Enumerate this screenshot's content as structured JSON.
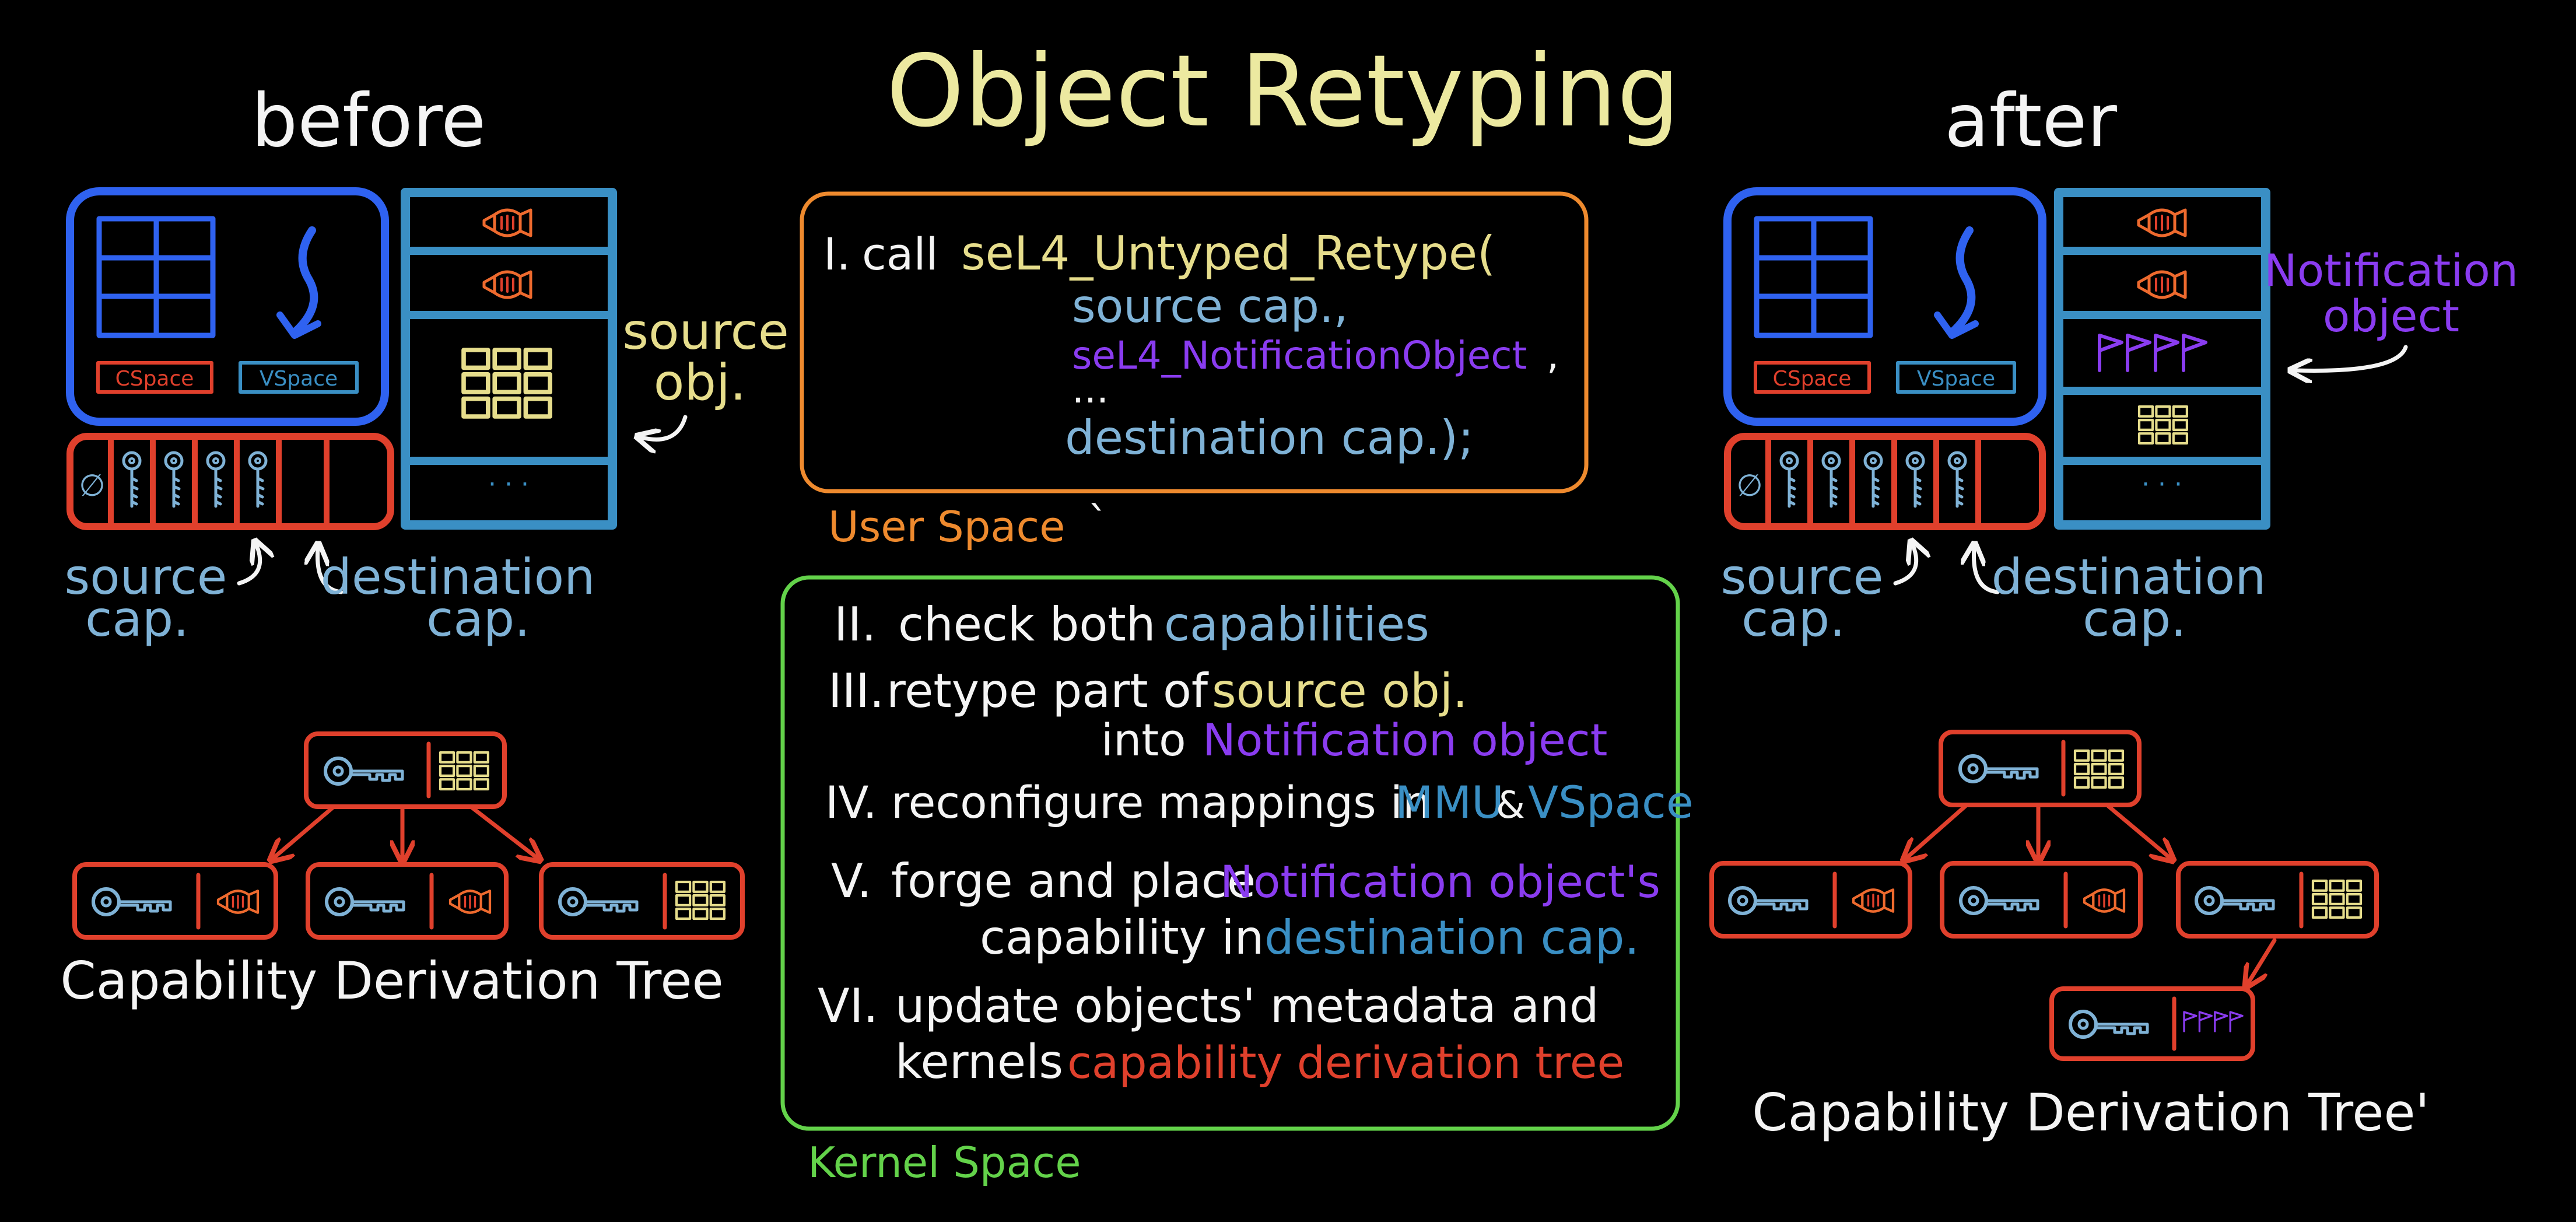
{
  "title": "Object Retyping",
  "colors": {
    "background": "#000000",
    "white": "#f4f4f4",
    "title_yellow": "#ece9a0",
    "yellow": "#e6dd8c",
    "blue": "#2f62f0",
    "light_blue": "#7fb2d6",
    "steel_blue": "#3a8fc4",
    "red": "#e0402c",
    "orange": "#ee8a2e",
    "green": "#63d24a",
    "purple": "#8a3cf0"
  },
  "before": {
    "heading": "before",
    "cspace_label": "CSpace",
    "vspace_label": "VSpace",
    "null_slot": "∅",
    "source_obj": [
      "source",
      "obj."
    ],
    "source_cap": [
      "source",
      "cap."
    ],
    "destination_cap": [
      "destination",
      "cap."
    ],
    "ellipsis": "· · ·",
    "cdt_label": "Capability Derivation Tree"
  },
  "after": {
    "heading": "after",
    "cspace_label": "CSpace",
    "vspace_label": "VSpace",
    "null_slot": "∅",
    "notification_object": [
      "Notification",
      "object"
    ],
    "source_cap": [
      "source",
      "cap."
    ],
    "destination_cap": [
      "destination",
      "cap."
    ],
    "ellipsis": "· · ·",
    "cdt_label": "Capability Derivation Tree'"
  },
  "user_space": {
    "label": "User Space",
    "tick": "`",
    "step_num": "I.",
    "call_word": "call",
    "func": "seL4_Untyped_Retype(",
    "arg1": "source cap.,",
    "arg2": "seL4_NotificationObject",
    "arg2_comma": ",",
    "arg3": "...",
    "arg4": "destination cap.);"
  },
  "kernel_space": {
    "label": "Kernel Space",
    "step2": {
      "num": "II.",
      "text": "check both",
      "hl": "capabilities"
    },
    "step3": {
      "num": "III.",
      "text": "retype part of",
      "hl": "source obj.",
      "line2_text": "into",
      "line2_hl": "Notification object"
    },
    "step4": {
      "num": "IV.",
      "text": "reconfigure mappings in",
      "hl1": "MMU",
      "amp": "&",
      "hl2": "VSpace"
    },
    "step5": {
      "num": "V.",
      "text": "forge and place",
      "hl": "Notification object's",
      "line2_text": "capability in",
      "line2_hl": "destination cap."
    },
    "step6": {
      "num": "VI.",
      "text": "update objects' metadata and",
      "line2_text": "kernels",
      "line2_hl": "capability derivation tree"
    }
  }
}
